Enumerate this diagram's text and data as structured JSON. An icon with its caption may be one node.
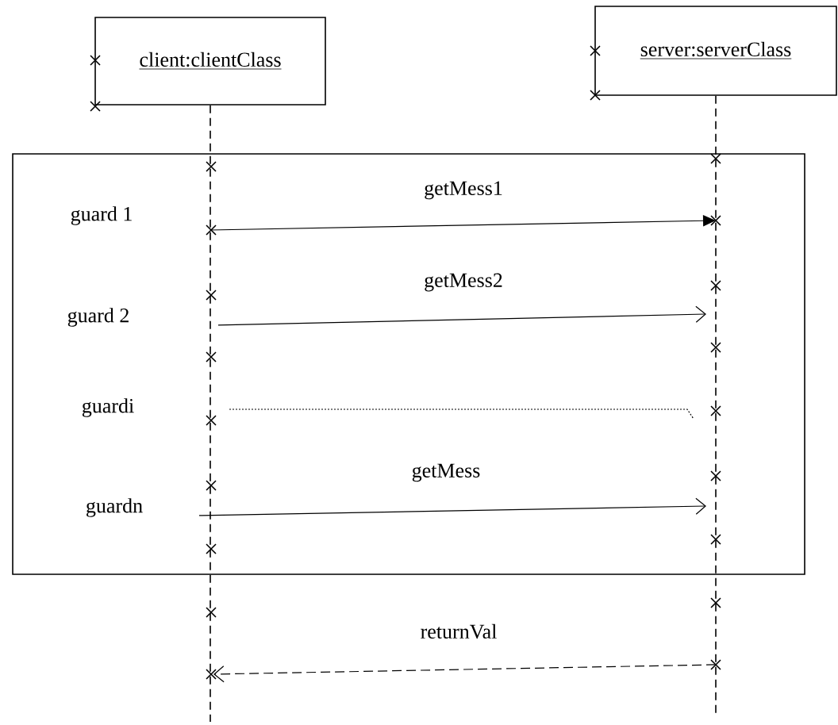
{
  "diagram": {
    "nodes": [
      {
        "text": [
          "client:clientClass"
        ]
      },
      {
        "text": [
          "server:serverClass"
        ]
      }
    ],
    "edges": [
      {
        "from": 0,
        "to": 1,
        "arrow": "to",
        "label": "getMess1"
      },
      {
        "from": 0,
        "to": 1,
        "arrow": "to",
        "label": "getMess2"
      },
      {
        "from": 0,
        "to": 1,
        "arrow": "none",
        "style": "dashed"
      },
      {
        "from": 0,
        "to": 1,
        "arrow": "to",
        "label": "getMess"
      },
      {
        "from": 1,
        "to": 0,
        "arrow": "to",
        "label": "returnVal",
        "style": "dashed"
      }
    ],
    "labels": [
      "guard 1",
      "guard 2",
      "guardi",
      "guardn"
    ]
  }
}
